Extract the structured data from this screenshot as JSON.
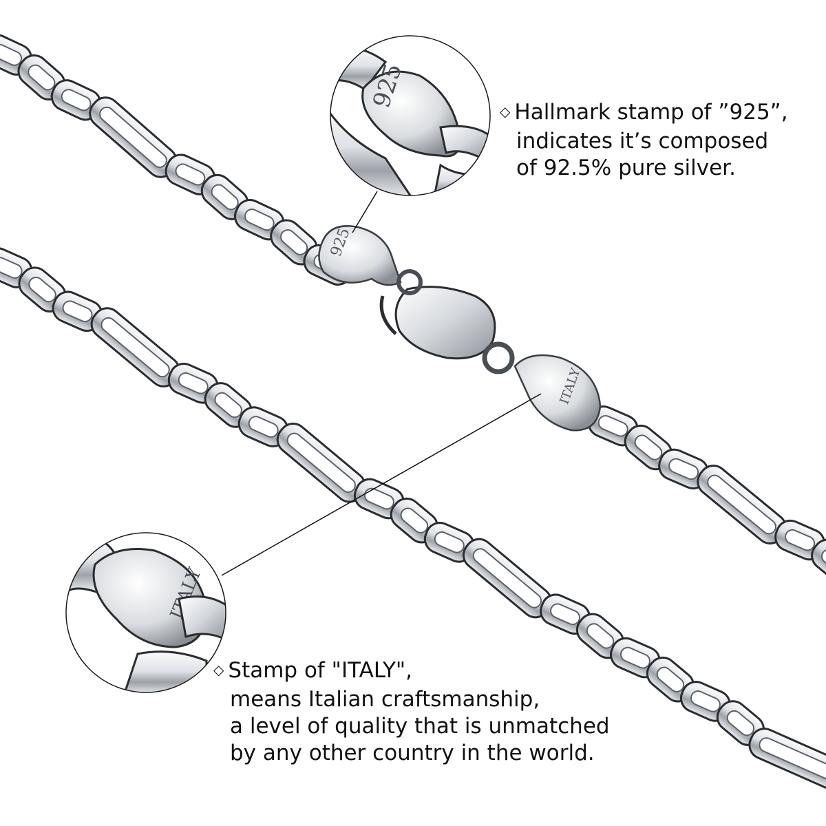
{
  "product": {
    "stamp_925_text": "925",
    "stamp_italy_text": "ITALY"
  },
  "callouts": {
    "hallmark": {
      "bullet": "◇",
      "lines": [
        "Hallmark stamp of ”925”,",
        "indicates it’s composed",
        "of 92.5% pure silver."
      ]
    },
    "italy": {
      "bullet": "◇",
      "lines": [
        "Stamp of \"ITALY\",",
        "means Italian craftsmanship,",
        "a level of quality that is unmatched",
        "by any other country in the world."
      ]
    }
  },
  "colors": {
    "background": "#ffffff",
    "text": "#111111",
    "silver_light": "#f4f5f7",
    "silver_mid": "#c9cdd3",
    "silver_dark": "#5d6168",
    "outline": "#2a2c30"
  }
}
